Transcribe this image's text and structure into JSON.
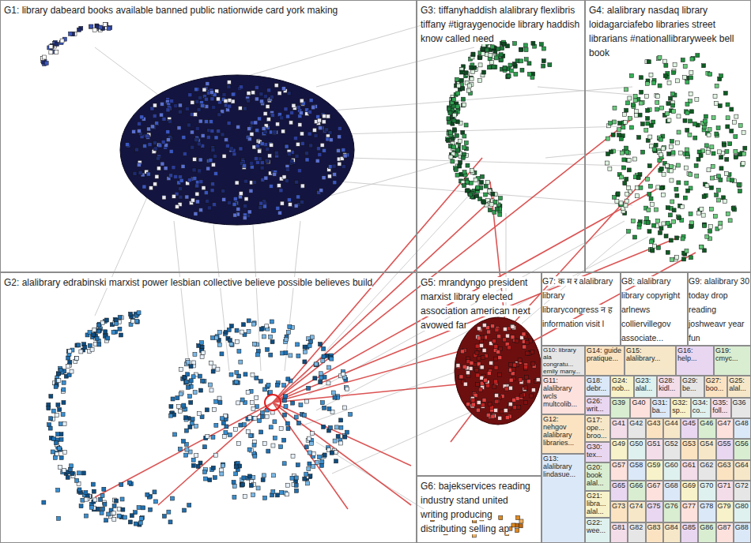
{
  "diagram": {
    "nodes": [
      {
        "text": [
          "G1: library dabeard books available banned public nationwide card york making"
        ]
      },
      {
        "text": [
          "G3: tiffanyhaddish alalibrary flexlibris tiffany #tigraygenocide library haddish know called need"
        ]
      },
      {
        "text": [
          "G4: alalibrary nasdaq library loidagarciafebo libraries street librarians #nationallibraryweek bell book"
        ]
      },
      {
        "text": [
          "G2: alalibrary edrabinski marxist power lesbian collective believe possible believes build"
        ]
      },
      {
        "text": [
          "G5: mrandyngo president marxist library elected association american next avowed far"
        ]
      },
      {
        "text": [
          "G7: क म र alalibrary library librarycongress न ह information visit l"
        ]
      },
      {
        "text": [
          "G8: alalibrary library copyright arlnews colliervillegov associate..."
        ]
      },
      {
        "text": [
          "G9: alalibrary 30 today drop reading joshweavr year fun"
        ]
      },
      {
        "text": [
          "G10: library ala congratu... emily many..."
        ]
      },
      {
        "text": [
          "G14: guide pratique..."
        ]
      },
      {
        "text": [
          "G15: alalibrary..."
        ]
      },
      {
        "text": [
          "G16: help..."
        ]
      },
      {
        "text": [
          "G19: cmyc..."
        ]
      },
      {
        "text": [
          "G11: alalibrary wcls multcolib..."
        ]
      },
      {
        "text": [
          "G18: debr..."
        ]
      },
      {
        "text": [
          "G24: nob..."
        ]
      },
      {
        "text": [
          "G23: alal..."
        ]
      },
      {
        "text": [
          "G28: kidl..."
        ]
      },
      {
        "text": [
          "G29: be..."
        ]
      },
      {
        "text": [
          "G27: boo..."
        ]
      },
      {
        "text": [
          "G25: alal..."
        ]
      },
      {
        "text": [
          "G26: writ..."
        ]
      },
      {
        "text": [
          "G39"
        ]
      },
      {
        "text": [
          "G40"
        ]
      },
      {
        "text": [
          "G31: ba..."
        ]
      },
      {
        "text": [
          "G32: sp..."
        ]
      },
      {
        "text": [
          "G34: co..."
        ]
      },
      {
        "text": [
          "G35: foll..."
        ]
      },
      {
        "text": [
          "G36"
        ]
      },
      {
        "text": [
          "G12: nehgov alalibrary libraries..."
        ]
      },
      {
        "text": [
          "G17: ope... broo..."
        ]
      },
      {
        "text": [
          "G30: tex..."
        ]
      },
      {
        "text": [
          "G20: book alal..."
        ]
      },
      {
        "text": [
          "G6: bajekservices reading industry stand united writing producing distributing selling ap"
        ]
      },
      {
        "text": [
          "G13: alalibrary lindasue..."
        ]
      },
      {
        "text": [
          "G21: libra... alal..."
        ]
      },
      {
        "text": [
          "G22: wee..."
        ]
      },
      {
        "text": [
          "G41"
        ]
      },
      {
        "text": [
          "G42"
        ]
      },
      {
        "text": [
          "G43"
        ]
      },
      {
        "text": [
          "G44"
        ]
      },
      {
        "text": [
          "G45"
        ]
      },
      {
        "text": [
          "G46"
        ]
      },
      {
        "text": [
          "G47"
        ]
      },
      {
        "text": [
          "G48"
        ]
      },
      {
        "text": [
          "G49"
        ]
      },
      {
        "text": [
          "G50"
        ]
      },
      {
        "text": [
          "G51"
        ]
      },
      {
        "text": [
          "G52"
        ]
      },
      {
        "text": [
          "G53"
        ]
      },
      {
        "text": [
          "G54"
        ]
      },
      {
        "text": [
          "G55"
        ]
      },
      {
        "text": [
          "G56"
        ]
      },
      {
        "text": [
          "G57"
        ]
      },
      {
        "text": [
          "G58"
        ]
      },
      {
        "text": [
          "G59"
        ]
      },
      {
        "text": [
          "G60"
        ]
      },
      {
        "text": [
          "G61"
        ]
      },
      {
        "text": [
          "G62"
        ]
      },
      {
        "text": [
          "G63"
        ]
      },
      {
        "text": [
          "G64"
        ]
      },
      {
        "text": [
          "G65"
        ]
      },
      {
        "text": [
          "G66"
        ]
      },
      {
        "text": [
          "G67"
        ]
      },
      {
        "text": [
          "G68"
        ]
      },
      {
        "text": [
          "G69"
        ]
      },
      {
        "text": [
          "G70"
        ]
      },
      {
        "text": [
          "G71"
        ]
      },
      {
        "text": [
          "G72"
        ]
      },
      {
        "text": [
          "G73"
        ]
      },
      {
        "text": [
          "G74"
        ]
      },
      {
        "text": [
          "G75"
        ]
      },
      {
        "text": [
          "G76"
        ]
      },
      {
        "text": [
          "G77"
        ]
      },
      {
        "text": [
          "G78"
        ]
      },
      {
        "text": [
          "G79"
        ]
      },
      {
        "text": [
          "G80"
        ]
      },
      {
        "text": [
          "G81"
        ]
      },
      {
        "text": [
          "G82"
        ]
      },
      {
        "text": [
          "G83"
        ]
      },
      {
        "text": [
          "G84"
        ]
      },
      {
        "text": [
          "G85"
        ]
      },
      {
        "text": [
          "G86"
        ]
      },
      {
        "text": [
          "G87"
        ]
      },
      {
        "text": [
          "G88"
        ]
      }
    ]
  }
}
